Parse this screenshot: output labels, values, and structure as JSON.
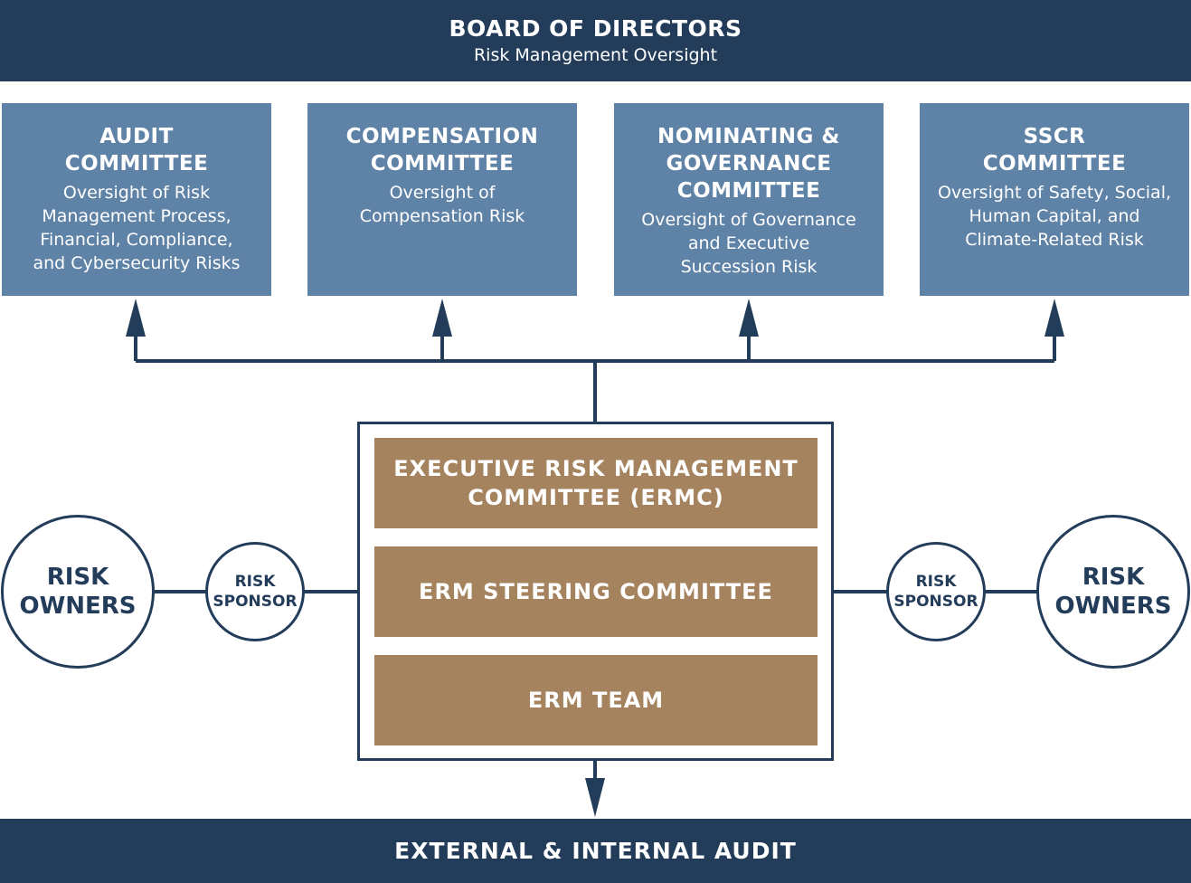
{
  "board": {
    "title": "BOARD OF DIRECTORS",
    "subtitle": "Risk Management Oversight"
  },
  "committees": [
    {
      "name": "AUDIT\nCOMMITTEE",
      "description": "Oversight of Risk\nManagement Process,\nFinancial, Compliance,\nand Cybersecurity Risks"
    },
    {
      "name": "COMPENSATION\nCOMMITTEE",
      "description": "Oversight of\nCompensation Risk"
    },
    {
      "name": "NOMINATING &\nGOVERNANCE\nCOMMITTEE",
      "description": "Oversight of Governance\nand Executive\nSuccession Risk"
    },
    {
      "name": "SSCR\nCOMMITTEE",
      "description": "Oversight of Safety, Social,\nHuman Capital, and\nClimate-Related Risk"
    }
  ],
  "erm": {
    "layers": [
      "EXECUTIVE RISK MANAGEMENT\nCOMMITTEE (ERMC)",
      "ERM STEERING COMMITTEE",
      "ERM TEAM"
    ]
  },
  "left": {
    "owners": "RISK\nOWNERS",
    "sponsor": "RISK\nSPONSOR"
  },
  "right": {
    "owners": "RISK\nOWNERS",
    "sponsor": "RISK\nSPONSOR"
  },
  "audit": {
    "label": "EXTERNAL & INTERNAL AUDIT"
  },
  "colors": {
    "navy": "#223c5a",
    "steel_blue": "#5f82a7",
    "bronze": "#a5835f"
  }
}
